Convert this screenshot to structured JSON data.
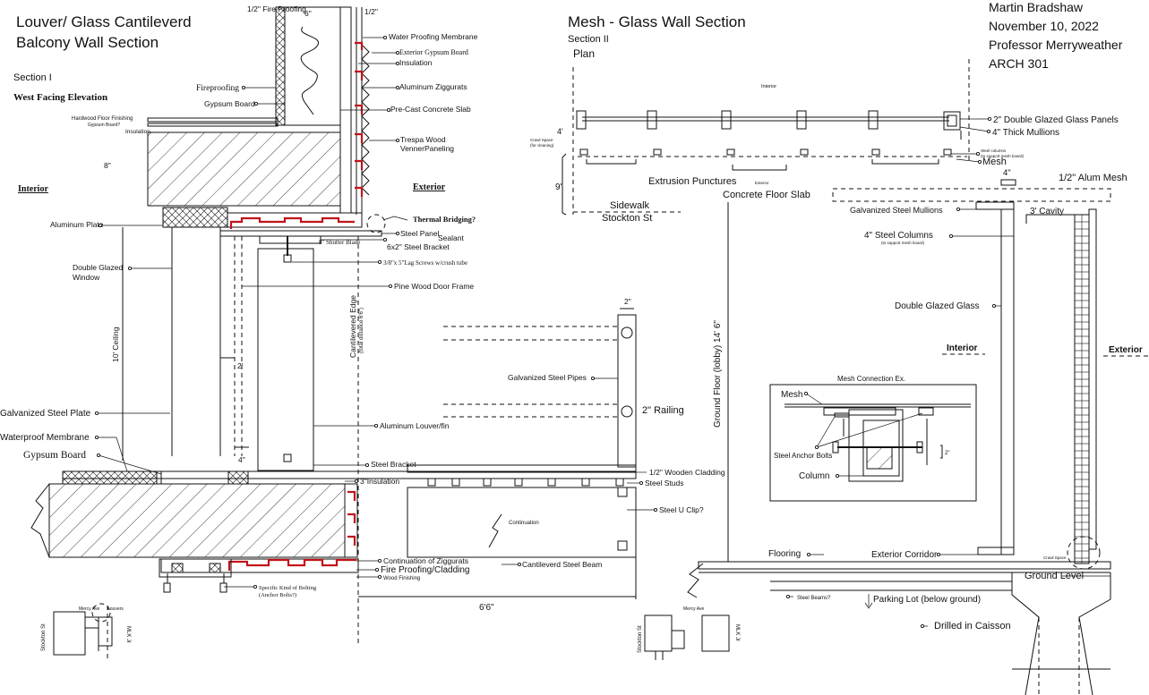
{
  "titles": {
    "left": [
      "Louver/ Glass Cantileverd",
      "Balcony Wall Section"
    ],
    "section_left": "Section I",
    "elevation": "West Facing Elevation",
    "right": "Mesh - Glass Wall Section",
    "section_right": "Section II",
    "plan": "Plan"
  },
  "author": {
    "name": "Martin Bradshaw",
    "date": "November 10, 2022",
    "professor": "Professor Merryweather",
    "course": "ARCH 301"
  },
  "left_labels": {
    "fire_proofing_top": "1/2\" Fire Proofing",
    "dim_6": "6\"",
    "dim_half": "1/2\"",
    "water_membrane": "Water Proofing Membrane",
    "ext_gypsum": "Exterior Gypsum Board",
    "insulation": "Insulation",
    "ziggurats": "Aluminum Ziggurats",
    "fireproofing": "Fireproofing",
    "gypsum_board": "Gypsum Board",
    "precast": "Pre-Cast Concrete Slab",
    "hardwood": "Hardwood Floor Finishing",
    "gypsum_q": "Gypsum Board?",
    "insulation_small": "Insulation",
    "trespa": [
      "Trespa Wood",
      "VennerPaneling"
    ],
    "dim_8": "8\"",
    "interior": "Interior",
    "exterior": "Exterior",
    "thermal": "Thermal Bridging?",
    "aluminum_plate": "Aluminum Plate",
    "steel_panel": "Steel Panel",
    "sealant": "Sealant",
    "shutter": "8\" Shutter Blade",
    "bracket_6x2": "6x2\" Steel Bracket",
    "lag_screws": "3/8\"x 5\"Lag Screws w/crush tube",
    "pine_frame": "Pine Wood Door Frame",
    "double_glazed_window": [
      "Double Glazed",
      "Window"
    ],
    "ceiling": "10' Ceiling",
    "dim_2": "2'",
    "cantilever_edge": "Cantilevered Edge",
    "total_distance": "(total distance 6'6\")",
    "dim_2in": "2\"",
    "galv_pipes": "Galvanized Steel Pipes",
    "railing": "2\" Railing",
    "galv_plate": "Galvanized Steel Plate",
    "waterproof": "Waterproof Membrane",
    "louver": "Aluminum Louver/fin",
    "gypsum_board2": "Gypsum Board",
    "dim_4": "4\"",
    "steel_bracket": "Steel Bracket",
    "wood_cladding": "1/2\" Wooden Cladding",
    "insulation3": "3\"Insulation",
    "steel_studs": "Steel Studs",
    "continuation": "Continuation",
    "u_clip": "Steel U Clip?",
    "cont_ziggurats": "Continuation of Ziggurats",
    "fire_cladding": "Fire Proofing/Cladding",
    "wood_finishing": "Wood Finishing",
    "cant_beam": "Cantileverd Steel Beam",
    "anchor_bolts": [
      "Specific Kind of Bolting",
      "(Anchor Bolts?)"
    ],
    "dim_66": "6'6\"",
    "key_stockton": "Stockton St",
    "key_mercy": "Mercy Ave",
    "key_louvers": "Louvers",
    "key_mlk": "MLK Jr"
  },
  "right_labels": {
    "interior_plan": "Interior",
    "double_glazed_panels": "2\" Double Glazed Glass Panels",
    "thick_mullions": "4\" Thick Mullions",
    "dim_4ft": "4'",
    "crawl_space": [
      "Crawl Space",
      "(for cleaning)"
    ],
    "steel_columns_note": [
      "Steel columns",
      "(to support mesh board)"
    ],
    "mesh": "Mesh",
    "extrusion": "Extrusion Punctures",
    "exterior_plan": "Exterior",
    "dim_9ft": "9'",
    "sidewalk": "Sidewalk",
    "stockton": "Stockton St",
    "dim_4in": "4\"",
    "alum_mesh": "1/2\" Alum Mesh",
    "concrete_slab": "Concrete Floor Slab",
    "galv_mullions": "Galvanized Steel Mullions",
    "cavity": "3' Cavity",
    "steel_columns": "4\" Steel Columns",
    "support_mesh": "(to support mesh board)",
    "double_glazed": "Double Glazed Glass",
    "ground_floor": "Ground Floor (lobby) 14' 6\"",
    "interior": "Interior",
    "exterior": "Exterior",
    "mesh_conn": "Mesh Connection Ex.",
    "mesh_small": "Mesh",
    "anchor": "Steel Anchor Bolts",
    "column": "Column",
    "dim_2in": "2\"",
    "flooring": "Flooring",
    "ext_corridor": "Exterior Corridor",
    "crawl_small": "Crawl Space",
    "ground_level": "Ground Level",
    "steel_beams": "Steel Beams?",
    "parking": "Parking Lot (below ground)",
    "caisson": "Drilled in Caisson",
    "key_mercy": "Mercy Ave",
    "key_stockton": "Stockton St",
    "key_mlk": "MLK Jr"
  }
}
